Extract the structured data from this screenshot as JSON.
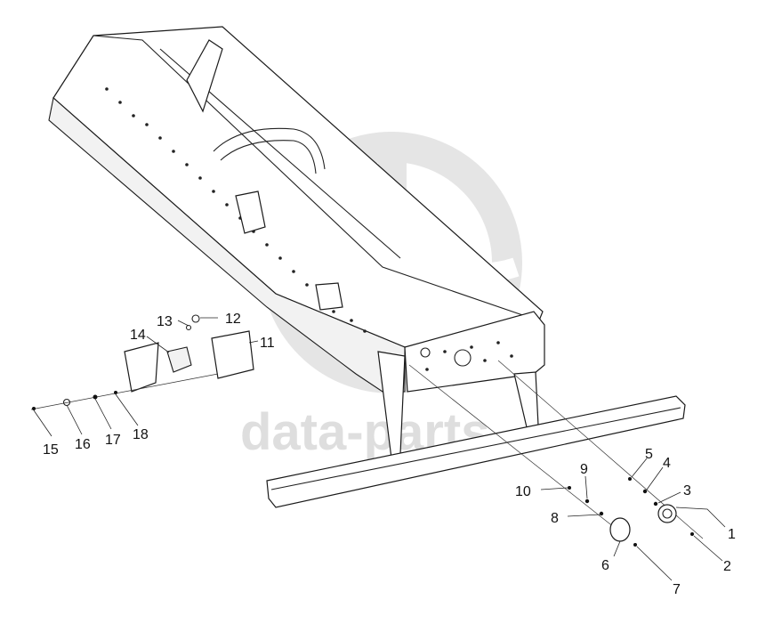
{
  "watermark": {
    "text": "data-parts",
    "color": "#d6d6d6"
  },
  "callouts": [
    {
      "id": "1",
      "label": "1"
    },
    {
      "id": "2",
      "label": "2"
    },
    {
      "id": "3",
      "label": "3"
    },
    {
      "id": "4",
      "label": "4"
    },
    {
      "id": "5",
      "label": "5"
    },
    {
      "id": "6",
      "label": "6"
    },
    {
      "id": "7",
      "label": "7"
    },
    {
      "id": "8",
      "label": "8"
    },
    {
      "id": "9",
      "label": "9"
    },
    {
      "id": "10",
      "label": "10"
    },
    {
      "id": "11",
      "label": "11"
    },
    {
      "id": "12",
      "label": "12"
    },
    {
      "id": "13",
      "label": "13"
    },
    {
      "id": "14",
      "label": "14"
    },
    {
      "id": "15",
      "label": "15"
    },
    {
      "id": "16",
      "label": "16"
    },
    {
      "id": "17",
      "label": "17"
    },
    {
      "id": "18",
      "label": "18"
    }
  ]
}
